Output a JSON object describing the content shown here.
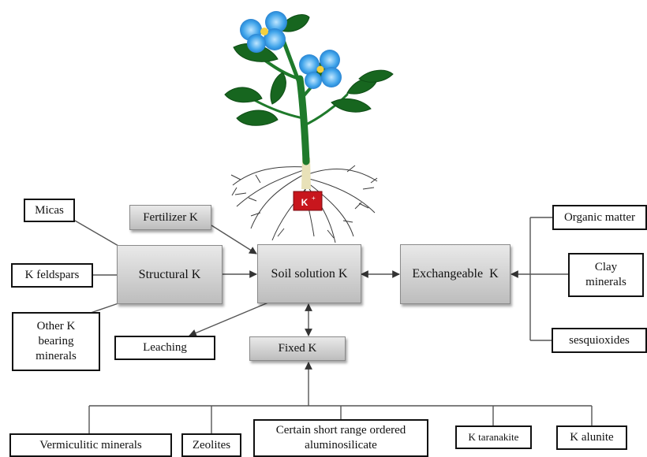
{
  "plant": {
    "k_ion": "K",
    "k_ion_sup": "+"
  },
  "boxes": {
    "micas": "Micas",
    "fertilizer_k": "Fertilizer K",
    "k_feldspars": "K feldspars",
    "structural_k": "Structural K",
    "soil_solution_k": "Soil solution K",
    "exchangeable_k": "Exchangeable  K",
    "other_k_bearing": "Other K bearing minerals",
    "leaching": "Leaching",
    "fixed_k": "Fixed K",
    "organic_matter": "Organic matter",
    "clay_minerals": "Clay minerals",
    "sesquioxides": "sesquioxides",
    "vermiculitic_minerals": "Vermiculitic minerals",
    "zeolites": "Zeolites",
    "short_range_aluminosilicate": "Certain short range ordered aluminosilicate",
    "k_taranakite": "K taranakite",
    "k_alunite": "K alunite"
  }
}
